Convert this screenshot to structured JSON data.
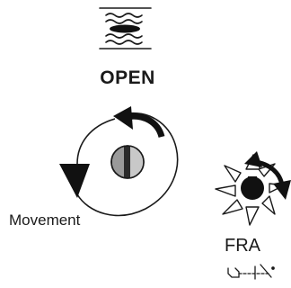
{
  "labels": {
    "open": "OPEN",
    "movement": "Movement",
    "fra": "FRA"
  },
  "icons": {
    "open_symbol": "water-waves-lens-icon",
    "movement_symbol": "rotation-arrows-screw-icon",
    "fra_symbol": "flower-rotation-icon",
    "fra_small_symbol": "hand-chain-icon"
  },
  "colors": {
    "ink": "#1a1a1a",
    "fill_dark": "#111111",
    "screw_grey": "#9a9a9a"
  }
}
